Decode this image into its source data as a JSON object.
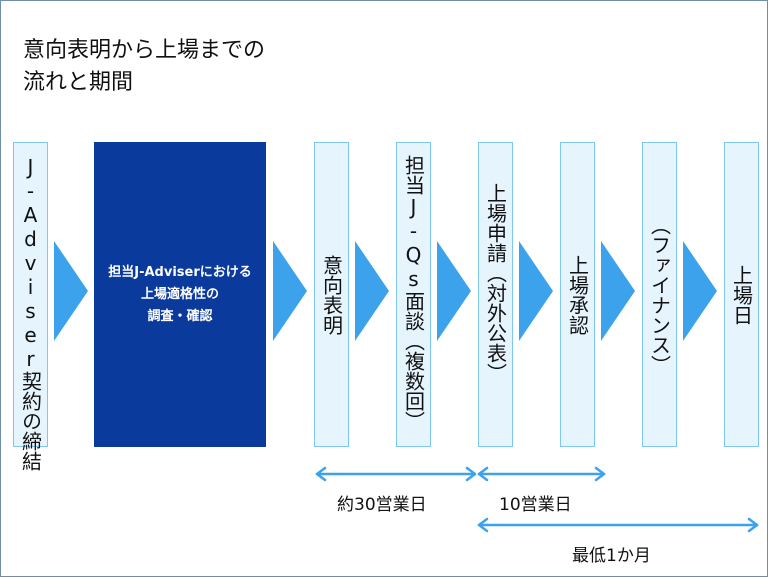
{
  "title": {
    "line1": "意向表明から上場までの",
    "line2": "流れと期間"
  },
  "steps": [
    {
      "label": "J-Adviser契約の締結"
    },
    {
      "line1": "担当J-Adviserにおける",
      "line2": "上場適格性の",
      "line3": "調査・確認"
    },
    {
      "label": "意向表明"
    },
    {
      "label": "担当J-Qs面談（複数回）"
    },
    {
      "label": "上場申請（対外公表）"
    },
    {
      "label": "上場承認"
    },
    {
      "label": "（ファイナンス）"
    },
    {
      "label": "上場日"
    }
  ],
  "durations": {
    "d1": "約30営業日",
    "d2": "10営業日",
    "d3": "最低1か月"
  },
  "colors": {
    "accent": "#3da2ec",
    "dark_box": "#0a3a9c",
    "light_box": "#e6f4fd",
    "box_border": "#7ec8f0"
  }
}
